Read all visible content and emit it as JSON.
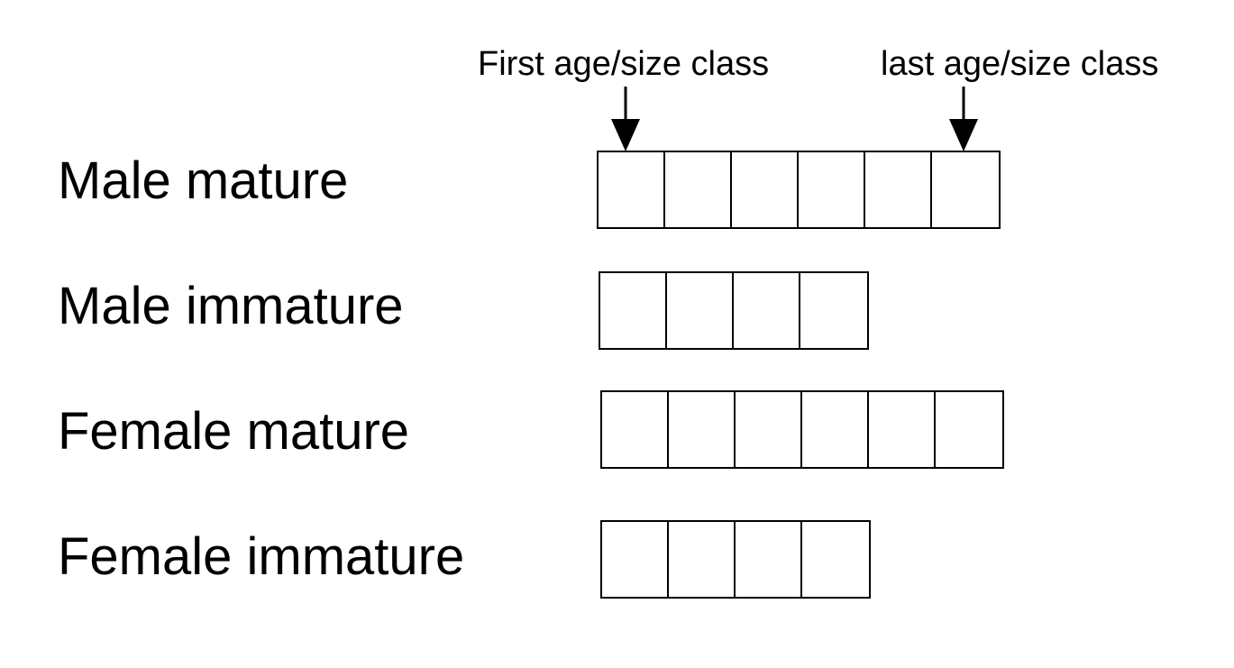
{
  "annotations": {
    "first": "First age/size class",
    "last": "last age/size class"
  },
  "rows": [
    {
      "label": "Male mature",
      "classes": 6
    },
    {
      "label": "Male immature",
      "classes": 4
    },
    {
      "label": "Female mature",
      "classes": 6
    },
    {
      "label": "Female immature",
      "classes": 4
    }
  ],
  "icons": {
    "first_arrow": "arrow-down-icon",
    "last_arrow": "arrow-down-icon"
  },
  "colors": {
    "line": "#000000",
    "background": "#ffffff"
  }
}
